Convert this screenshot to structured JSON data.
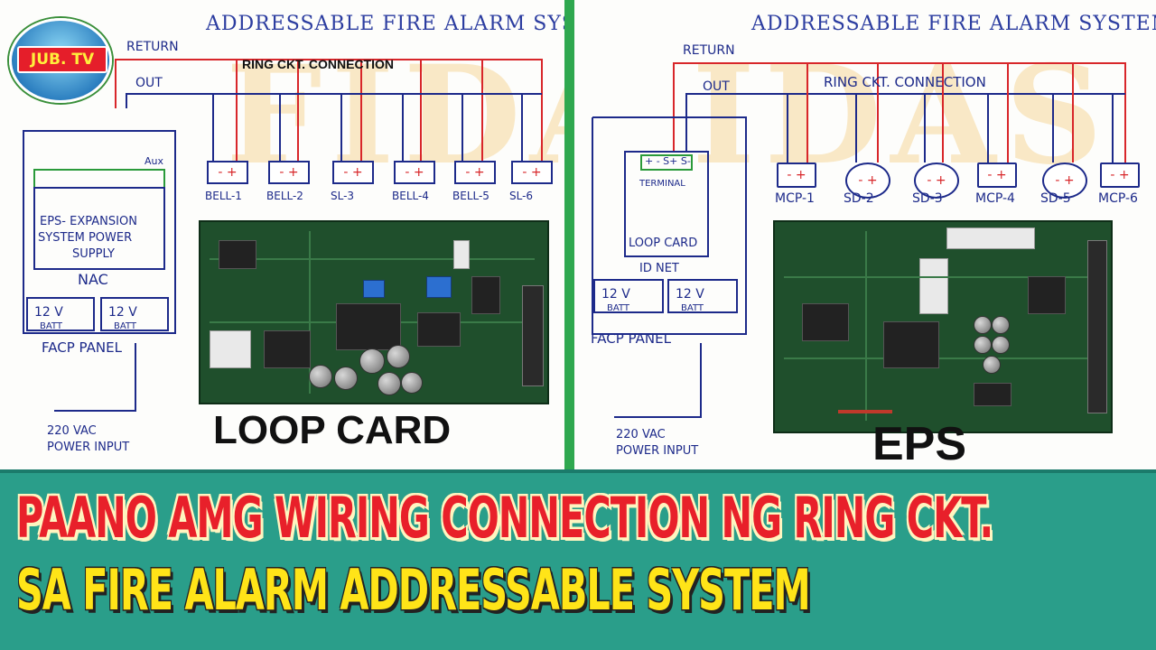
{
  "logo": {
    "text": "JUB. TV"
  },
  "left_panel": {
    "title": "ADDRESSABLE FIRE ALARM SYSTEM",
    "watermark": "FIDAS",
    "return_label": "RETURN",
    "out_label": "OUT",
    "ring_label": "RING CKT. CONNECTION",
    "aux_label": "Aux",
    "eps_label_line1": "EPS- EXPANSION",
    "eps_label_line2": "SYSTEM POWER",
    "eps_label_line3": "SUPPLY",
    "nac_label": "NAC",
    "battery_voltage": "12 V",
    "battery_label": "BATT",
    "facp_label": "FACP PANEL",
    "power_line1": "220 VAC",
    "power_line2": "POWER INPUT",
    "devices": [
      "BELL-1",
      "BELL-2",
      "SL-3",
      "BELL-4",
      "BELL-5",
      "SL-6"
    ],
    "polarity": "- +",
    "board_caption": "LOOP CARD"
  },
  "right_panel": {
    "title": "ADDRESSABLE FIRE ALARM SYSTEM",
    "watermark": "IDAS",
    "return_label": "RETURN",
    "out_label": "OUT",
    "ring_label": "RING CKT. CONNECTION",
    "terminal_label": "TERMINAL",
    "terminal_pins": "+ - S+ S-",
    "loop_card_label": "LOOP CARD",
    "id_net_label": "ID NET",
    "battery_voltage": "12 V",
    "battery_label": "BATT",
    "facp_label": "FACP PANEL",
    "power_line1": "220 VAC",
    "power_line2": "POWER INPUT",
    "devices": [
      "MCP-1",
      "SD-2",
      "SD-3",
      "MCP-4",
      "SD-5",
      "MCP-6"
    ],
    "polarity": "- +",
    "board_caption": "EPS"
  },
  "banner": {
    "line1": "PAANO AMG WIRING CONNECTION NG RING CKT.",
    "line2": "SA FIRE ALARM ADDRESSABLE SYSTEM"
  },
  "colors": {
    "wire_red": "#d8262a",
    "wire_blue": "#1d2a8a",
    "divider": "#2fa84f",
    "band": "#2a9e8a",
    "banner_red": "#e8202a",
    "banner_yellow": "#ffe418"
  }
}
